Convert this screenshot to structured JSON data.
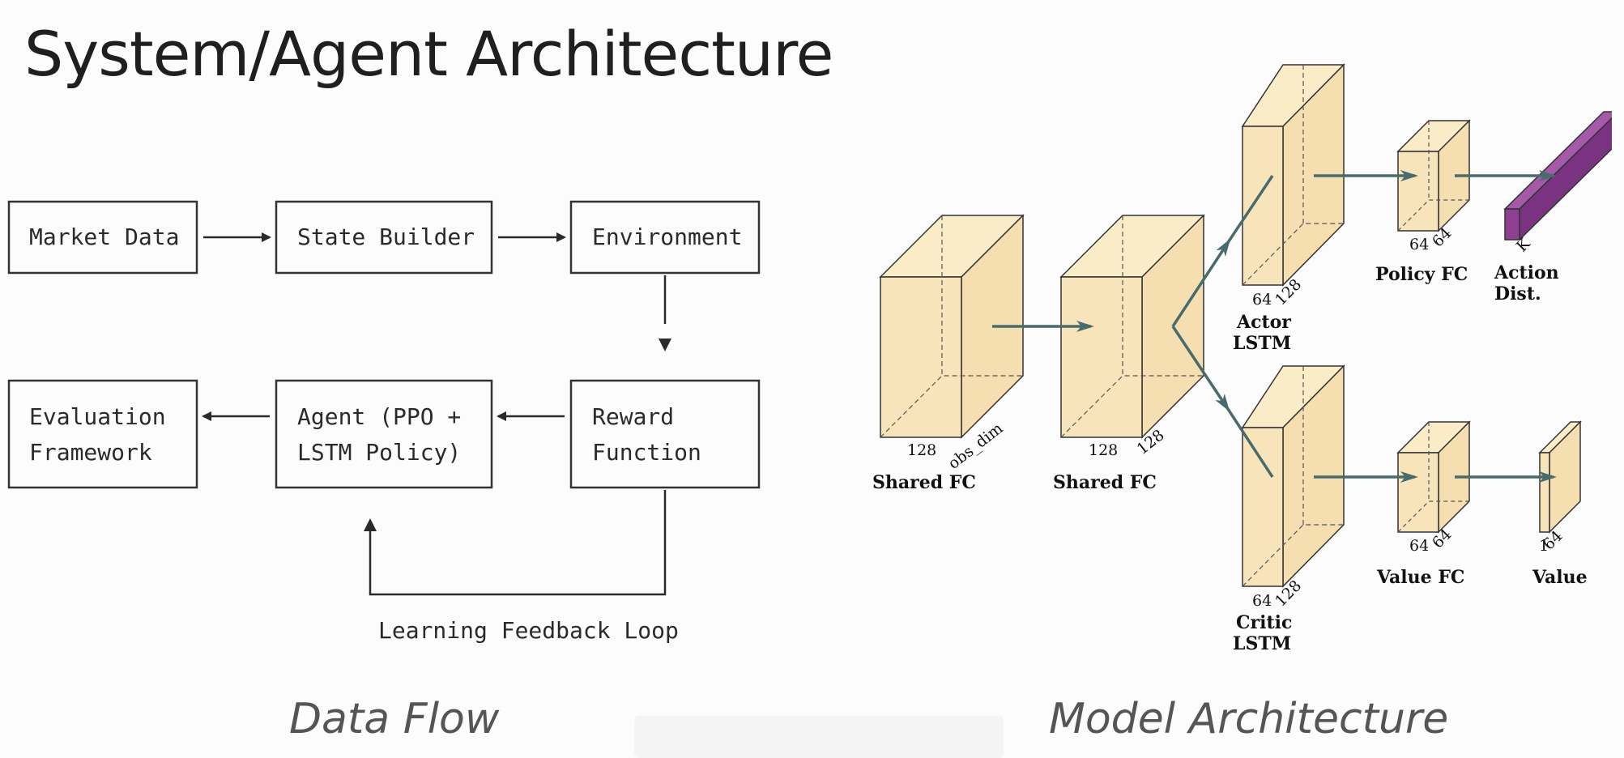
{
  "slide": {
    "title": "System/Agent Architecture"
  },
  "data_flow": {
    "caption": "Data Flow",
    "boxes": {
      "market_data": [
        "Market Data"
      ],
      "state_builder": [
        "State Builder"
      ],
      "environment": [
        "Environment"
      ],
      "reward_function": [
        "Reward",
        "Function"
      ],
      "agent": [
        "Agent (PPO +",
        "LSTM Policy)"
      ],
      "evaluation": [
        "Evaluation",
        "Framework"
      ]
    },
    "feedback_label": "Learning Feedback Loop"
  },
  "model_architecture": {
    "caption": "Model Architecture",
    "layers": {
      "shared_fc_1": {
        "label": [
          "Shared FC"
        ],
        "dims": [
          "128",
          "obs_dim"
        ]
      },
      "shared_fc_2": {
        "label": [
          "Shared FC"
        ],
        "dims": [
          "128",
          "128"
        ]
      },
      "actor_lstm": {
        "label": [
          "Actor",
          "LSTM"
        ],
        "dims": [
          "64",
          "128"
        ]
      },
      "critic_lstm": {
        "label": [
          "Critic",
          "LSTM"
        ],
        "dims": [
          "64",
          "128"
        ]
      },
      "policy_fc": {
        "label": [
          "Policy FC"
        ],
        "dims": [
          "64",
          "64"
        ]
      },
      "value_fc": {
        "label": [
          "Value FC"
        ],
        "dims": [
          "64",
          "64"
        ]
      },
      "action_dist": {
        "label": [
          "Action",
          "Dist."
        ],
        "dims": [
          "K"
        ]
      },
      "value": {
        "label": [
          "Value"
        ],
        "dims": [
          "1",
          "64"
        ]
      }
    },
    "colors": {
      "block_fill": "#f8e4bb",
      "block_top": "#fbecc8",
      "block_side": "#f5deb0",
      "action_fill": "#8e3f92",
      "arrow": "#4a6b6b"
    }
  }
}
